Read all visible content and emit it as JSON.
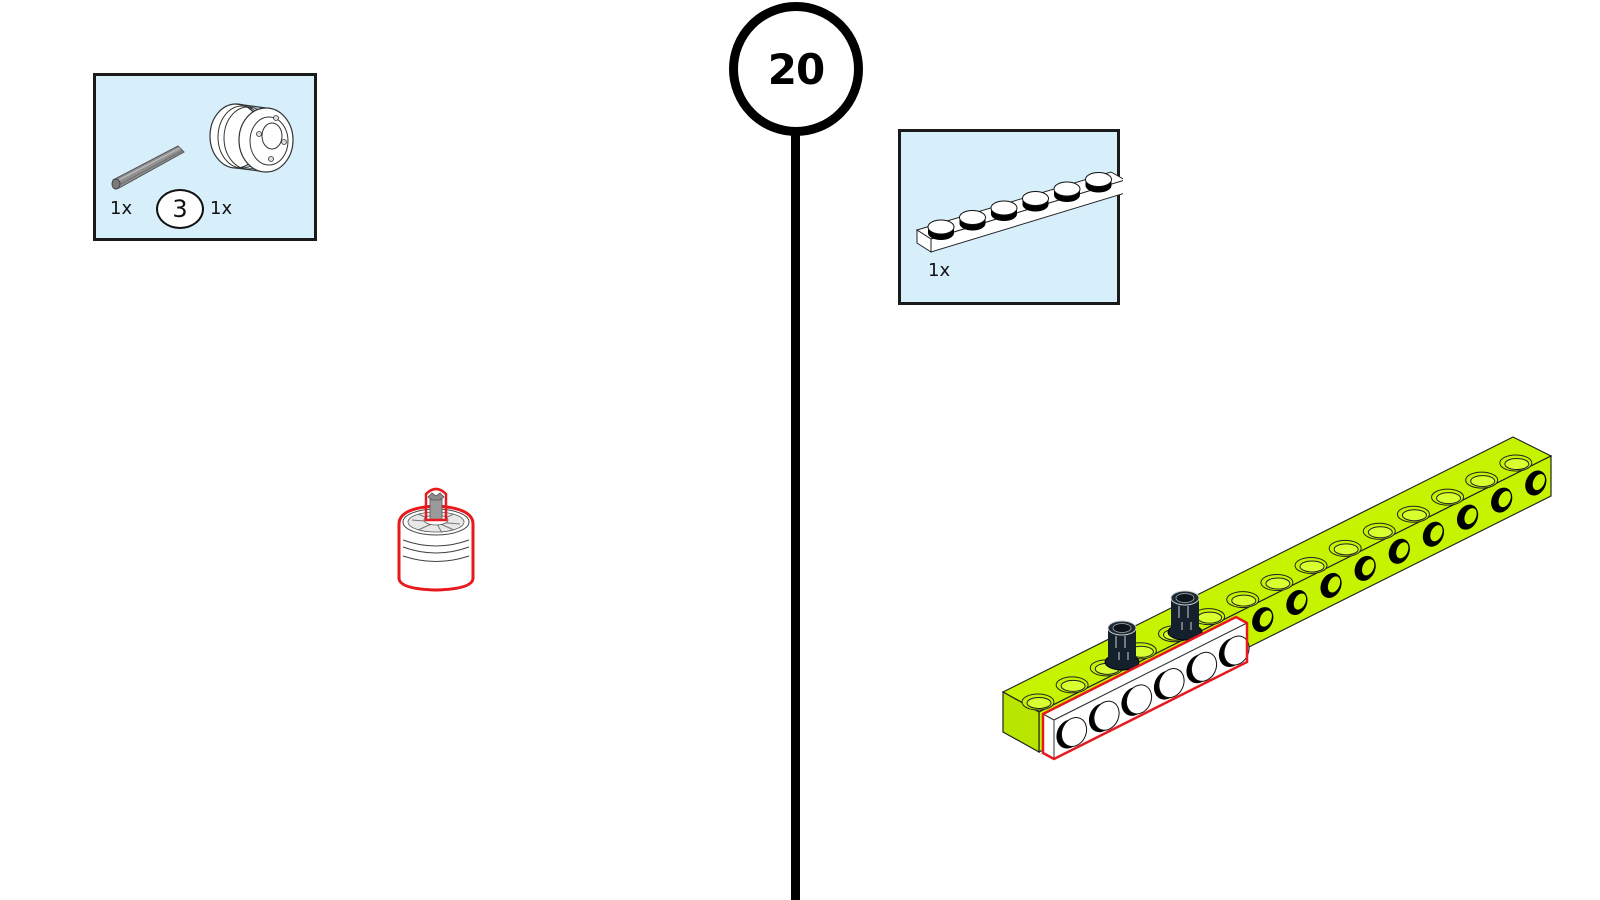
{
  "step": {
    "number": "20"
  },
  "left_panel": {
    "parts": [
      {
        "name": "axle",
        "quantity": "1x",
        "length": "3"
      },
      {
        "name": "wheel-hub",
        "quantity": "1x"
      }
    ]
  },
  "right_panel": {
    "parts": [
      {
        "name": "plate-1x6",
        "quantity": "1x"
      }
    ]
  },
  "colors": {
    "parts_box_bg": "#d7eefb",
    "highlight": "#e8191c",
    "beam": "#c6f400",
    "pin": "#14202b",
    "axle": "#8c8c8c"
  }
}
